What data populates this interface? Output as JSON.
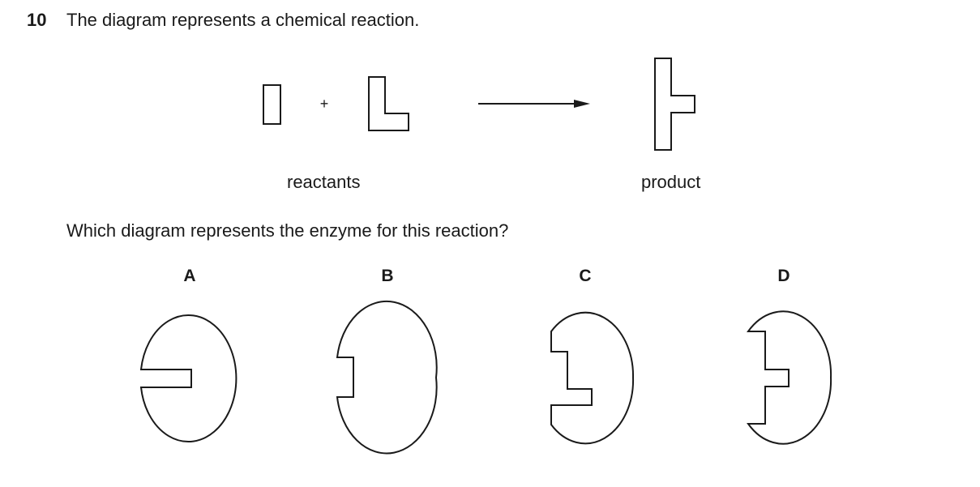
{
  "question": {
    "number": "10",
    "stem": "The diagram represents a chemical reaction.",
    "prompt": "Which diagram represents the enzyme for this reaction?"
  },
  "reaction": {
    "plus_sign": "+",
    "reactants_label": "reactants",
    "product_label": "product"
  },
  "options": [
    {
      "letter": "A",
      "notch": "rectangular slot"
    },
    {
      "letter": "B",
      "notch": "rectangular notch"
    },
    {
      "letter": "C",
      "notch": "stepped notch"
    },
    {
      "letter": "D",
      "notch": "T-shaped notch"
    }
  ]
}
